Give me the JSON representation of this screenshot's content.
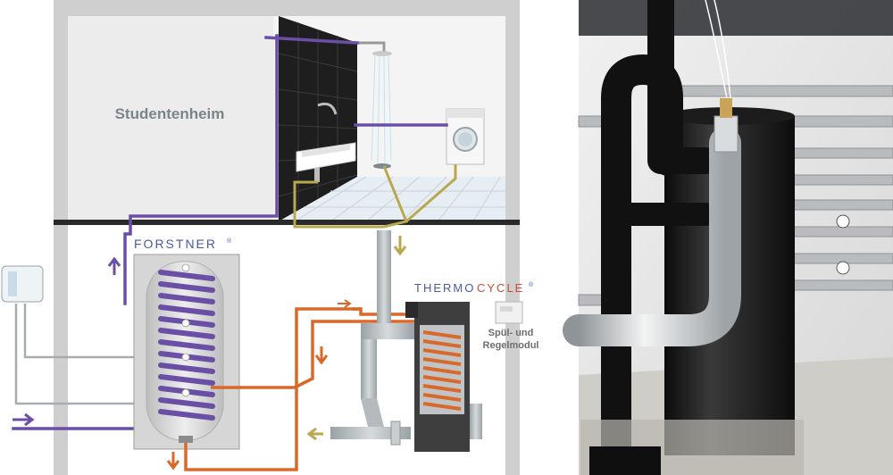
{
  "labels": {
    "building": "Studentenheim",
    "forstner": "FORSTNER",
    "thermocycle_a": "THERMO",
    "thermocycle_b": "CYCLE",
    "registered": "®",
    "module_line1": "Spül- und",
    "module_line2": "Regelmodul"
  },
  "colors": {
    "cold_water": "#6a4fa6",
    "hot_water": "#d9692a",
    "waste_water": "#b9a84f",
    "return_line": "#9aa0a6",
    "brand_blue": "#4a5aa0",
    "brand_red": "#c84b3a"
  },
  "icons": [
    "shower-icon",
    "washbasin-icon",
    "washing-machine-icon",
    "control-panel-icon",
    "flow-arrow-icon"
  ]
}
